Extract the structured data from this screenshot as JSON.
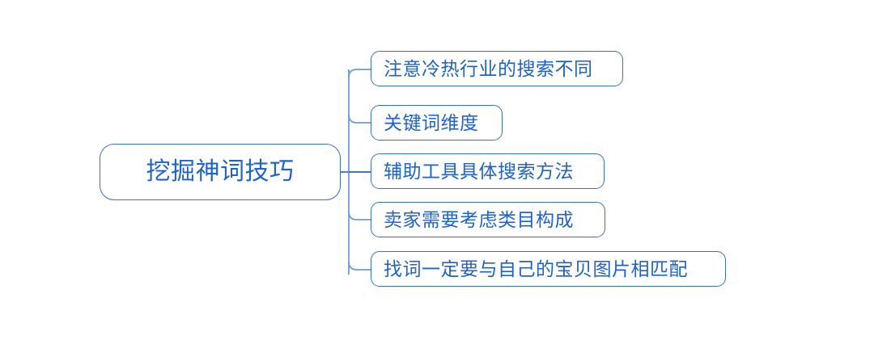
{
  "diagram": {
    "type": "mind-map",
    "orientation": "left-to-right",
    "background_color": "#ffffff",
    "node_border_color": "#3a6fc4",
    "node_text_color": "#1f62c8",
    "connector_color": "#5b8fd4",
    "root": {
      "label": "挖掘神词技巧"
    },
    "children": [
      {
        "label": "注意冷热行业的搜索不同"
      },
      {
        "label": "关键词维度"
      },
      {
        "label": "辅助工具具体搜索方法"
      },
      {
        "label": "卖家需要考虑类目构成"
      },
      {
        "label": "找词一定要与自己的宝贝图片相匹配"
      }
    ]
  }
}
